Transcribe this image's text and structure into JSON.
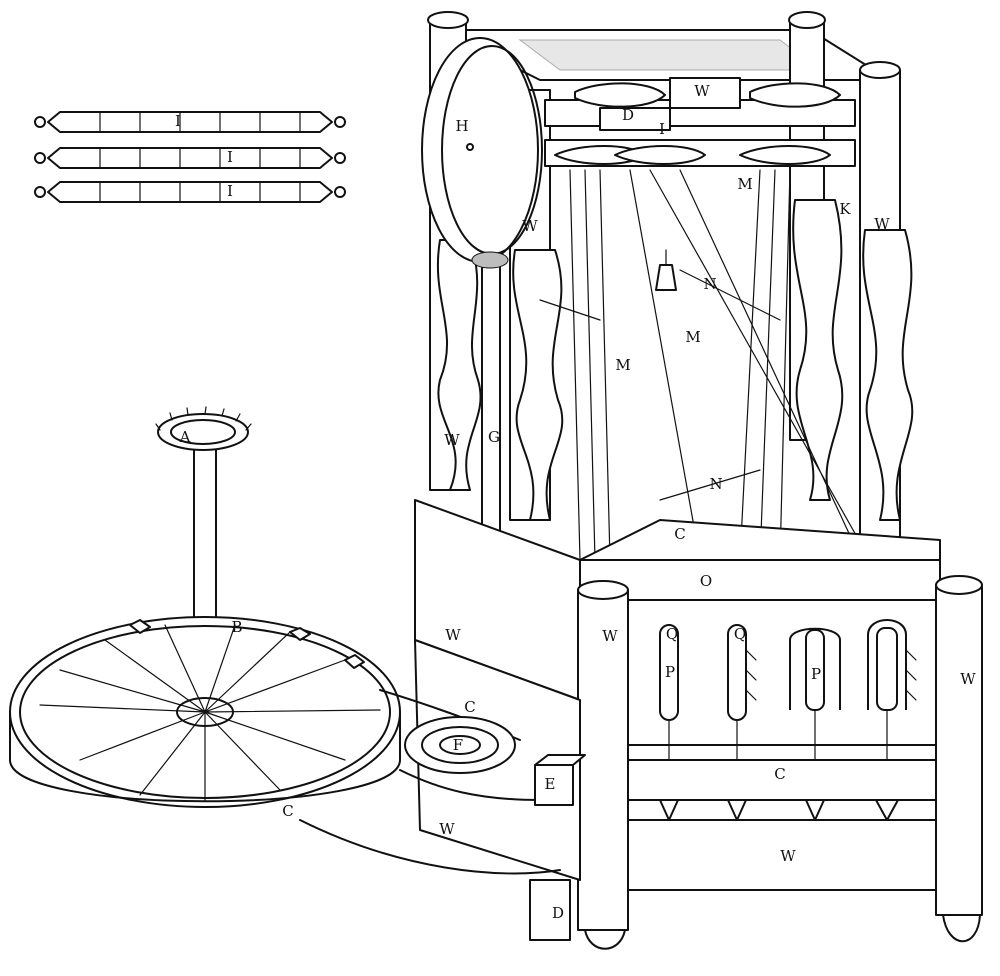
{
  "figure": {
    "ink_color": "#111111",
    "background": "#ffffff"
  },
  "labels": {
    "A": "A",
    "B": "B",
    "C": "C",
    "D": "D",
    "E": "E",
    "F": "F",
    "G": "G",
    "H": "H",
    "I": "I",
    "K": "K",
    "M": "M",
    "N": "N",
    "O": "O",
    "P": "P",
    "Q": "Q",
    "W": "W"
  }
}
